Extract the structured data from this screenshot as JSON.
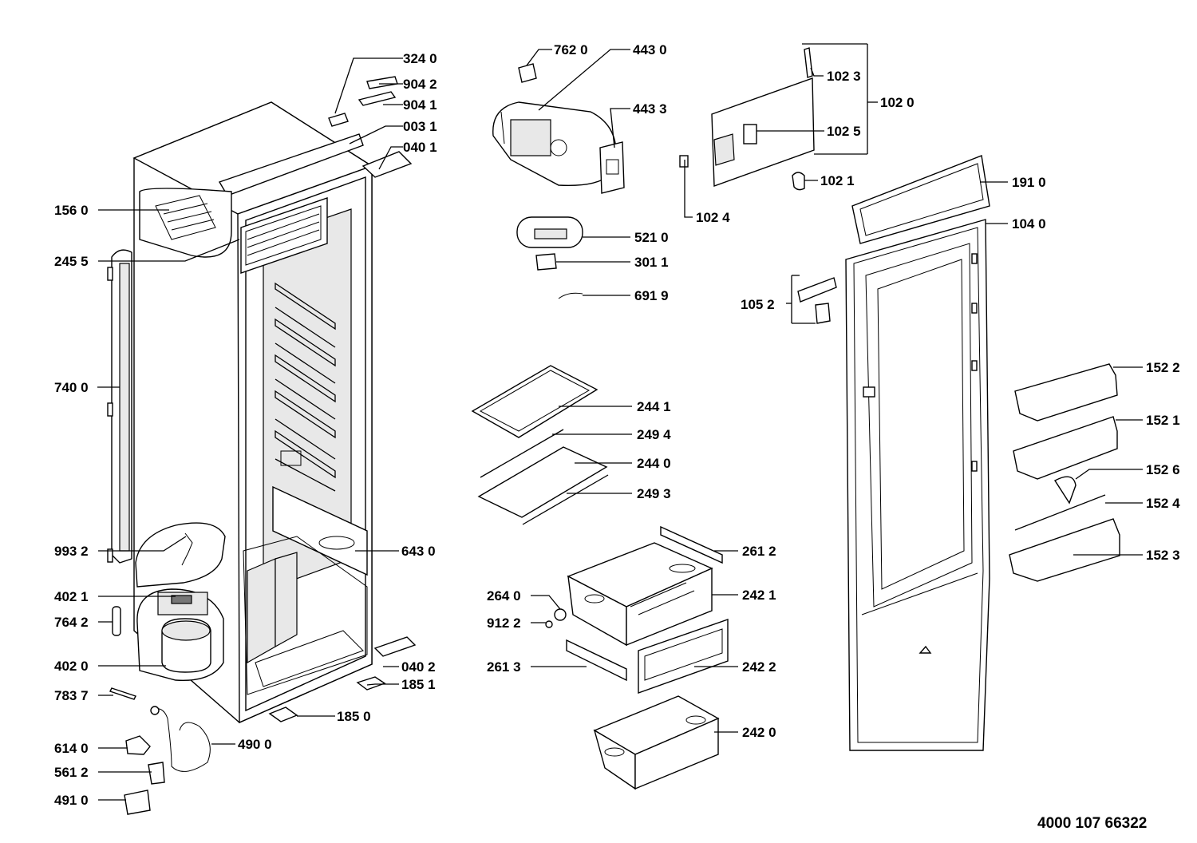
{
  "document_number": "4000 107 66322",
  "callouts": {
    "c3240": "324 0",
    "c9042": "904 2",
    "c9041": "904 1",
    "c0031": "003 1",
    "c0401": "040 1",
    "c1560": "156 0",
    "c2455": "245 5",
    "c7400": "740 0",
    "c9932": "993 2",
    "c4021": "402 1",
    "c7642": "764 2",
    "c4020": "402 0",
    "c7837": "783 7",
    "c6140": "614 0",
    "c5612": "561 2",
    "c4910": "491 0",
    "c4900": "490 0",
    "c1850": "185 0",
    "c1851": "185 1",
    "c0402": "040 2",
    "c6430": "643 0",
    "c7620": "762 0",
    "c4430": "443 0",
    "c4433": "443 3",
    "c5210": "521 0",
    "c3011": "301 1",
    "c6919": "691 9",
    "c2441": "244 1",
    "c2494": "249 4",
    "c2440": "244 0",
    "c2493": "249 3",
    "c2612": "261 2",
    "c2640": "264 0",
    "c2421": "242 1",
    "c9122": "912 2",
    "c2613": "261 3",
    "c2422": "242 2",
    "c2420": "242 0",
    "c1023": "102 3",
    "c1020": "102 0",
    "c1025": "102 5",
    "c1021": "102 1",
    "c1024": "102 4",
    "c1910": "191 0",
    "c1040": "104 0",
    "c1052": "105 2",
    "c1522": "152 2",
    "c1521": "152 1",
    "c1526": "152 6",
    "c1524": "152 4",
    "c1523": "152 3"
  }
}
